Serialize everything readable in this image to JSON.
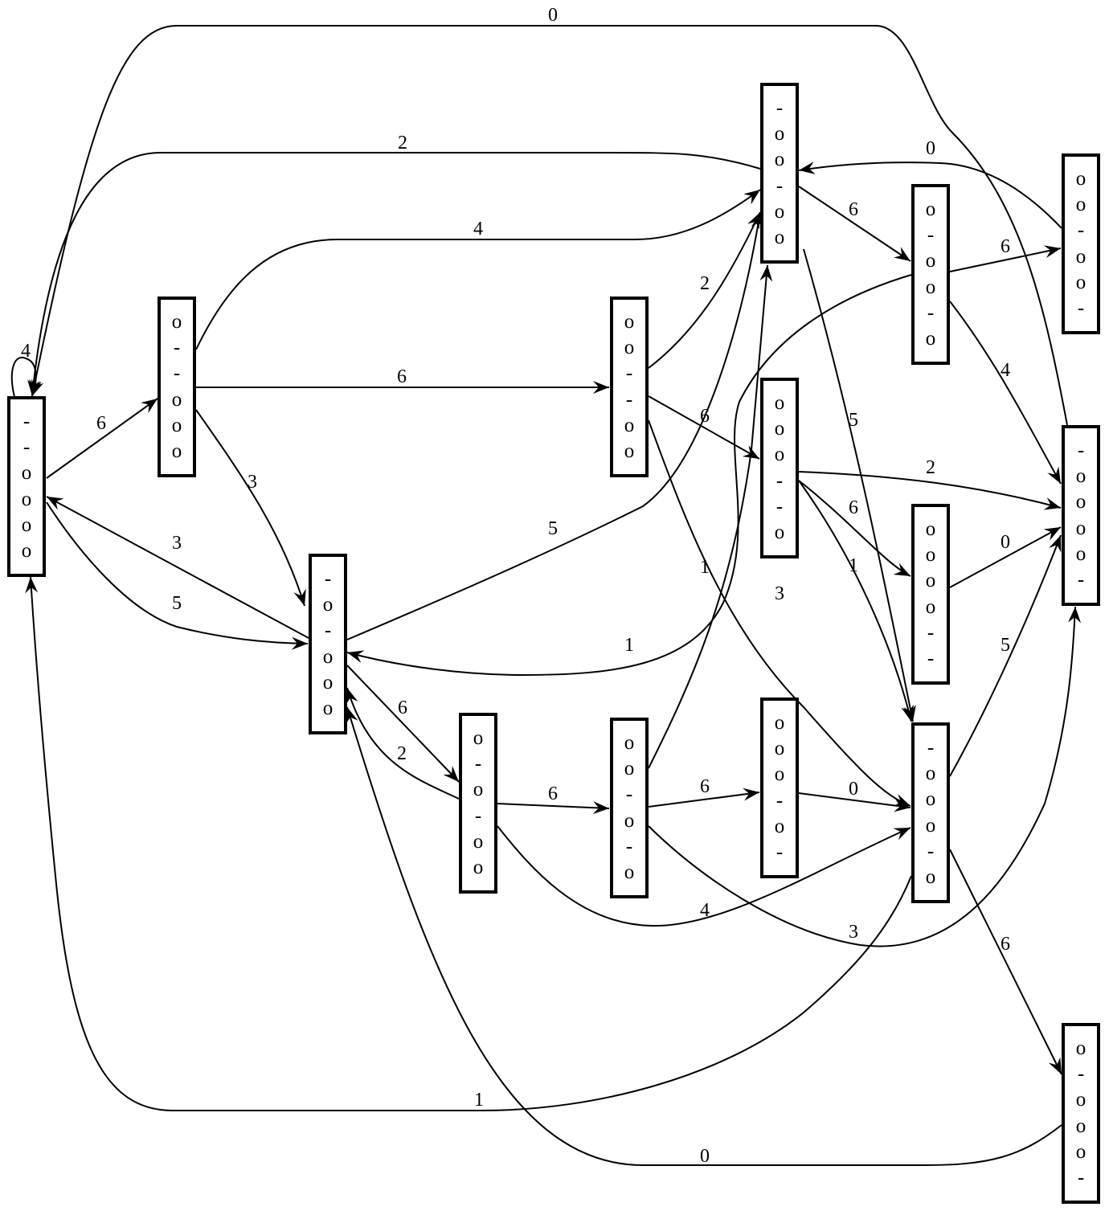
{
  "diagram": {
    "nodes": [
      {
        "id": "n0",
        "symbols": [
          "-",
          "-",
          "o",
          "o",
          "o",
          "o"
        ]
      },
      {
        "id": "n1",
        "symbols": [
          "o",
          "-",
          "-",
          "o",
          "o",
          "o"
        ]
      },
      {
        "id": "n2",
        "symbols": [
          "-",
          "o",
          "-",
          "o",
          "o",
          "o"
        ]
      },
      {
        "id": "n3",
        "symbols": [
          "o",
          "o",
          "-",
          "-",
          "o",
          "o"
        ]
      },
      {
        "id": "n4",
        "symbols": [
          "o",
          "-",
          "o",
          "-",
          "o",
          "o"
        ]
      },
      {
        "id": "n5",
        "symbols": [
          "o",
          "o",
          "-",
          "o",
          "-",
          "o"
        ]
      },
      {
        "id": "n6",
        "symbols": [
          "-",
          "o",
          "o",
          "-",
          "o",
          "o"
        ]
      },
      {
        "id": "n7",
        "symbols": [
          "o",
          "o",
          "o",
          "-",
          "-",
          "o"
        ]
      },
      {
        "id": "n8",
        "symbols": [
          "o",
          "o",
          "o",
          "-",
          "o",
          "-"
        ]
      },
      {
        "id": "n9",
        "symbols": [
          "o",
          "-",
          "o",
          "o",
          "-",
          "o"
        ]
      },
      {
        "id": "n10",
        "symbols": [
          "o",
          "o",
          "o",
          "o",
          "-",
          "-"
        ]
      },
      {
        "id": "n11",
        "symbols": [
          "-",
          "o",
          "o",
          "o",
          "-",
          "o"
        ]
      },
      {
        "id": "n12",
        "symbols": [
          "o",
          "o",
          "-",
          "o",
          "o",
          "-"
        ]
      },
      {
        "id": "n13",
        "symbols": [
          "-",
          "o",
          "o",
          "o",
          "o",
          "-"
        ]
      },
      {
        "id": "n14",
        "symbols": [
          "o",
          "-",
          "o",
          "o",
          "o",
          "-"
        ]
      }
    ],
    "edges": [
      {
        "id": "e-n0-n0",
        "label": "4"
      },
      {
        "id": "e-n0-n1",
        "label": "6"
      },
      {
        "id": "e-n0-n2",
        "label": "5"
      },
      {
        "id": "e-n1-n3",
        "label": "6"
      },
      {
        "id": "e-n1-n2",
        "label": "3"
      },
      {
        "id": "e-n1-n6",
        "label": "4"
      },
      {
        "id": "e-n2-n0",
        "label": "3"
      },
      {
        "id": "e-n2-n4",
        "label": "6"
      },
      {
        "id": "e-n2-n6",
        "label": "5"
      },
      {
        "id": "e-n4-n2",
        "label": "2"
      },
      {
        "id": "e-n4-n5",
        "label": "6"
      },
      {
        "id": "e-n4-n11",
        "label": "4"
      },
      {
        "id": "e-n3-n6",
        "label": "2"
      },
      {
        "id": "e-n3-n7",
        "label": "6"
      },
      {
        "id": "e-n3-n11",
        "label": "3"
      },
      {
        "id": "e-n5-n8",
        "label": "6"
      },
      {
        "id": "e-n5-n6",
        "label": "1"
      },
      {
        "id": "e-n5-n13",
        "label": "3"
      },
      {
        "id": "e-n6-n0",
        "label": "2"
      },
      {
        "id": "e-n6-n9",
        "label": "6"
      },
      {
        "id": "e-n6-n11",
        "label": "5"
      },
      {
        "id": "e-n7-n10",
        "label": "6"
      },
      {
        "id": "e-n7-n13",
        "label": "2"
      },
      {
        "id": "e-n7-n11",
        "label": "1"
      },
      {
        "id": "e-n8-n11",
        "label": "0"
      },
      {
        "id": "e-n9-n12",
        "label": "6"
      },
      {
        "id": "e-n9-n13",
        "label": "4"
      },
      {
        "id": "e-n9-n2",
        "label": "1"
      },
      {
        "id": "e-n10-n13",
        "label": "0"
      },
      {
        "id": "e-n11-n13",
        "label": "5"
      },
      {
        "id": "e-n11-n14",
        "label": "6"
      },
      {
        "id": "e-n11-n0",
        "label": "1"
      },
      {
        "id": "e-n12-n6",
        "label": "0"
      },
      {
        "id": "e-n13-n0",
        "label": "0"
      },
      {
        "id": "e-n14-n2",
        "label": "0"
      }
    ]
  }
}
